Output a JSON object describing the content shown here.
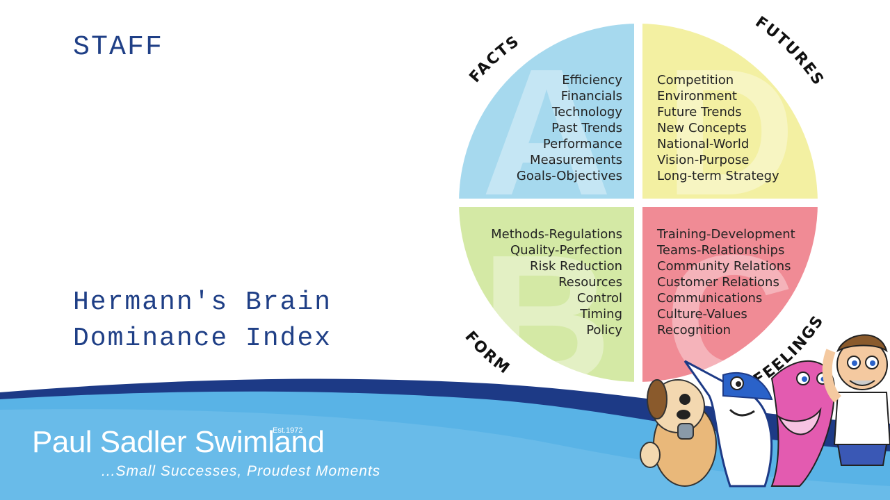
{
  "slide": {
    "heading": "STAFF",
    "subtitle_line1": "Hermann's Brain",
    "subtitle_line2": "Dominance Index"
  },
  "diagram": {
    "quadrants": {
      "A": {
        "letter": "A",
        "title": "FACTS",
        "color": "#a6d9ee",
        "items": [
          "Efficiency",
          "Financials",
          "Technology",
          "Past Trends",
          "Performance",
          "Measurements",
          "Goals-Objectives"
        ]
      },
      "D": {
        "letter": "D",
        "title": "FUTURES",
        "color": "#f3f0a2",
        "items": [
          "Competition",
          "Environment",
          "Future Trends",
          "New Concepts",
          "National-World",
          "Vision-Purpose",
          "Long-term Strategy"
        ]
      },
      "B": {
        "letter": "B",
        "title": "FORM",
        "color": "#d4e9a5",
        "items": [
          "Methods-Regulations",
          "Quality-Perfection",
          "Risk Reduction",
          "Resources",
          "Control",
          "Timing",
          "Policy"
        ]
      },
      "C": {
        "letter": "C",
        "title": "FEELINGS",
        "color": "#f08b95",
        "items": [
          "Training-Development",
          "Teams-Relationships",
          "Community Relations",
          "Customer Relations",
          "Communications",
          "Culture-Values",
          "Recognition"
        ]
      }
    }
  },
  "banner": {
    "brand": "Paul Sadler Swimland",
    "established": "Est.1972",
    "tagline": "...Small Successes, Proudest Moments",
    "colors": {
      "dark": "#1d3a86",
      "light": "#59b3e6"
    }
  },
  "mascots": [
    "dog-mascot",
    "swordfish-mascot",
    "dolphin-mascot",
    "man-mascot"
  ]
}
